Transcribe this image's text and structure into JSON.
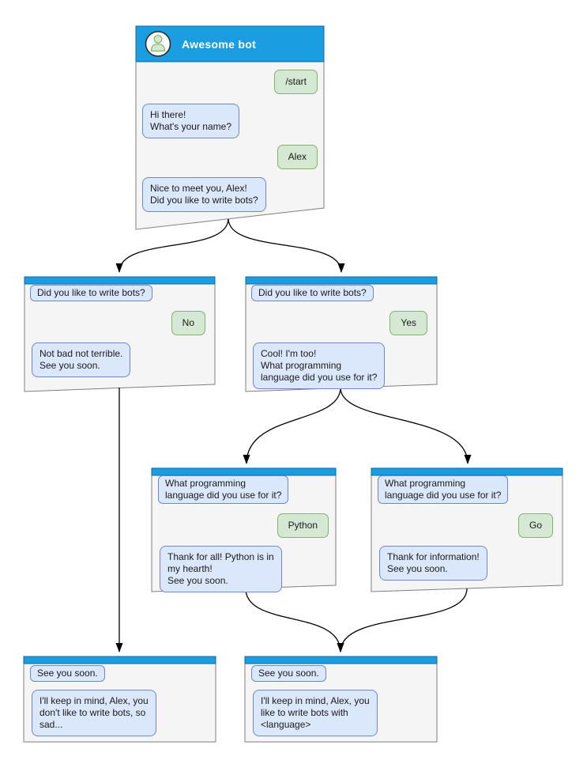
{
  "colors": {
    "header_blue": "#1b9de2",
    "header_border": "#10689f",
    "window_bg": "#f5f5f5",
    "window_border": "#7f7f7f",
    "bot_bubble_bg": "#dbe8fc",
    "bot_bubble_border": "#6d87cf",
    "user_bubble_bg": "#d5e8d4",
    "user_bubble_border": "#82b366",
    "avatar_bg": "#ffffff",
    "avatar_icon": "#d5e8d4",
    "arrow": "#000000"
  },
  "windows": [
    {
      "id": "awesome-bot",
      "title": "Awesome bot",
      "messages": [
        {
          "kind": "user",
          "text": "/start"
        },
        {
          "kind": "bot",
          "text": "Hi there!\nWhat's your name?"
        },
        {
          "kind": "user",
          "text": "Alex"
        },
        {
          "kind": "bot",
          "text": "Nice to meet you, Alex!\nDid you like to write bots?"
        }
      ]
    },
    {
      "id": "branch-no",
      "messages": [
        {
          "kind": "quote",
          "text": "Did you like to write bots?"
        },
        {
          "kind": "user",
          "text": "No"
        },
        {
          "kind": "bot",
          "text": "Not bad not terrible.\nSee you soon."
        }
      ]
    },
    {
      "id": "branch-yes",
      "messages": [
        {
          "kind": "quote",
          "text": "Did you like to write bots?"
        },
        {
          "kind": "user",
          "text": "Yes"
        },
        {
          "kind": "bot",
          "text": "Cool! I'm too!\nWhat programming\nlanguage did you use for it?"
        }
      ]
    },
    {
      "id": "branch-python",
      "messages": [
        {
          "kind": "quote",
          "text": "What programming\nlanguage did you use for it?"
        },
        {
          "kind": "user",
          "text": "Python"
        },
        {
          "kind": "bot",
          "text": "Thank for all! Python is in\nmy hearth!\nSee you soon."
        }
      ]
    },
    {
      "id": "branch-go",
      "messages": [
        {
          "kind": "quote",
          "text": "What programming\nlanguage did you use for it?"
        },
        {
          "kind": "user",
          "text": "Go"
        },
        {
          "kind": "bot",
          "text": "Thank for information!\nSee you soon."
        }
      ]
    },
    {
      "id": "end-no",
      "messages": [
        {
          "kind": "quote",
          "text": "See you soon."
        },
        {
          "kind": "bot",
          "text": "I'll keep in mind, Alex, you\ndon't like to write bots, so\nsad..."
        }
      ]
    },
    {
      "id": "end-language",
      "messages": [
        {
          "kind": "quote",
          "text": "See you soon."
        },
        {
          "kind": "bot",
          "text": "I'll keep in mind, Alex, you\nlike to write bots with\n<language>"
        }
      ]
    }
  ],
  "edges": [
    {
      "from": "awesome-bot",
      "to": "branch-no"
    },
    {
      "from": "awesome-bot",
      "to": "branch-yes"
    },
    {
      "from": "branch-yes",
      "to": "branch-python"
    },
    {
      "from": "branch-yes",
      "to": "branch-go"
    },
    {
      "from": "branch-no",
      "to": "end-no"
    },
    {
      "from": "branch-python",
      "to": "end-language"
    },
    {
      "from": "branch-go",
      "to": "end-language"
    }
  ]
}
